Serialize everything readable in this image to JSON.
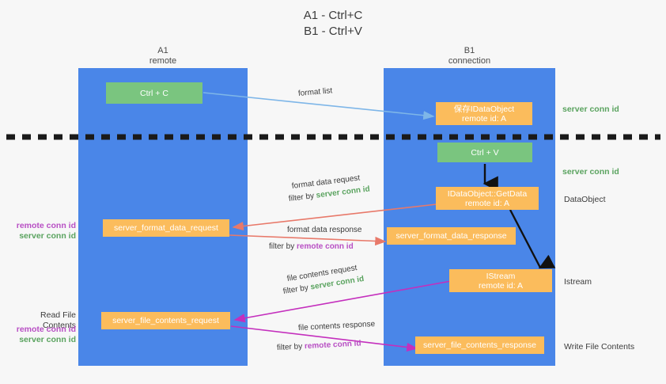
{
  "title": {
    "line1": "A1 - Ctrl+C",
    "line2": "B1 - Ctrl+V"
  },
  "colors": {
    "background": "#f7f7f7",
    "column": "#4a86e8",
    "box_orange": "#fbbc5c",
    "box_green": "#7ac57f",
    "server_conn_id": "#5aa35f",
    "remote_conn_id": "#b84fc4",
    "arrow_red": "#e8796a",
    "arrow_magenta": "#c42fbd",
    "arrow_lightblue": "#7eb6e8",
    "arrow_black": "#000000",
    "text_dark": "#3c3c3c"
  },
  "columns": [
    {
      "id": "a1",
      "title": "A1",
      "subtitle": "remote"
    },
    {
      "id": "b1",
      "title": "B1",
      "subtitle": "connection"
    }
  ],
  "boxes": {
    "ctrl_c": "Ctrl + C",
    "ctrl_v": "Ctrl + V",
    "save_idataobject": "保存IDataObject\nremote id: A",
    "idataobject_getdata": "IDataObject::GetData\nremote id: A",
    "istream": "IStream\nremote id: A",
    "server_format_data_request": "server_format_data_request",
    "server_format_data_response": "server_format_data_response",
    "server_file_contents_request": "server_file_contents_request",
    "server_file_contents_response": "server_file_contents_response"
  },
  "edge_labels": {
    "format_list": "format list",
    "format_data_request": "format data request",
    "format_data_request_filter_prefix": "filter by ",
    "format_data_request_filter_value": "server conn id",
    "format_data_response": "format data response",
    "format_data_response_filter_prefix": "filter by ",
    "format_data_response_filter_value": "remote conn id",
    "file_contents_request": "file contents request",
    "file_contents_request_filter_prefix": "filter by ",
    "file_contents_request_filter_value": "server conn id",
    "file_contents_response": "file contents response",
    "file_contents_response_filter_prefix": "filter by ",
    "file_contents_response_filter_value": "remote conn id"
  },
  "right_notes": {
    "server_conn_id_top": "server conn id",
    "server_conn_id_mid": "server conn id",
    "dataobject": "DataObject",
    "istream": "Istream",
    "write_file_contents": "Write File Contents"
  },
  "left_notes": {
    "remote_conn_id_1": "remote conn id",
    "server_conn_id_1": "server conn id",
    "read_file_contents": "Read File Contents",
    "remote_conn_id_2": "remote conn id",
    "server_conn_id_2": "server conn id"
  }
}
